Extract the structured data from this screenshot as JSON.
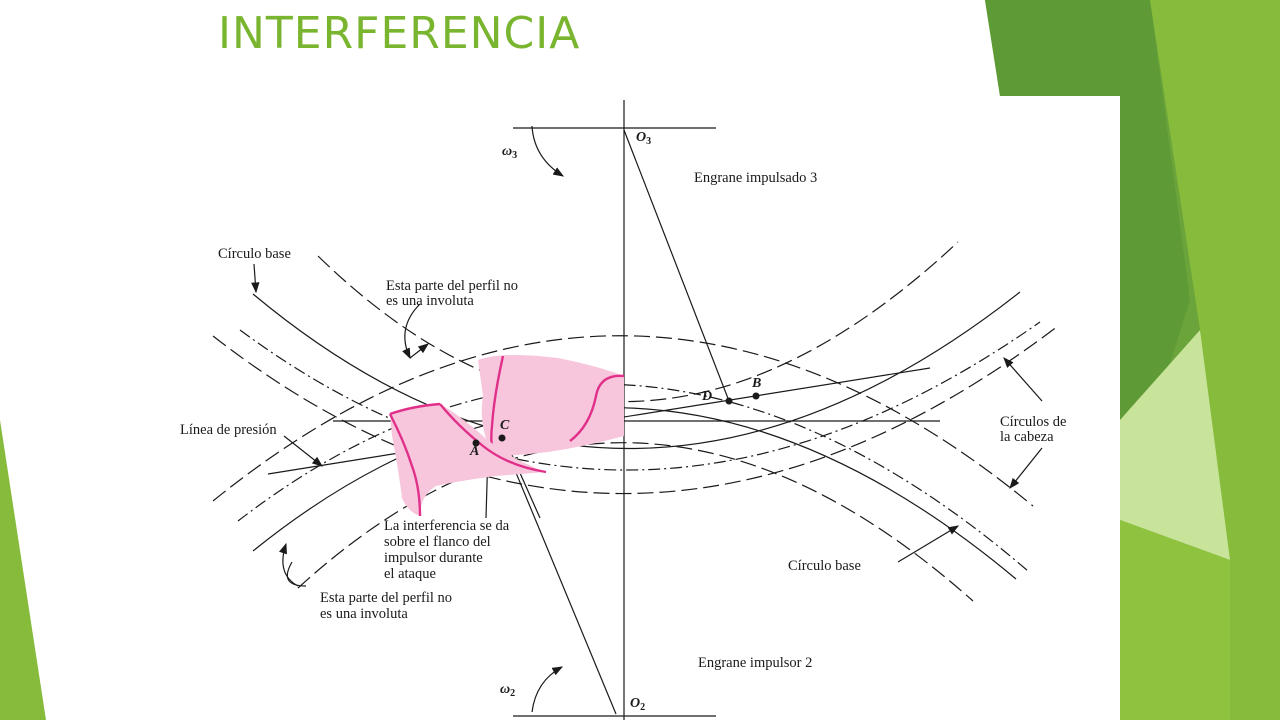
{
  "slide": {
    "title": "INTERFERENCIA",
    "colors": {
      "accent": "#7ab52f",
      "dark_green": "#5e9a35",
      "light_green": "#c8e39a",
      "tooth_fill": "#f7c6dc",
      "tooth_stroke": "#e0308a"
    }
  },
  "figure": {
    "labels": {
      "o3": "O",
      "o3_sub": "3",
      "o2": "O",
      "o2_sub": "2",
      "w3": "ω",
      "w3_sub": "3",
      "w2": "ω",
      "w2_sub": "2",
      "driven_gear": "Engrane impulsado 3",
      "driver_gear": "Engrane impulsor 2",
      "base_circle_top": "Círculo base",
      "base_circle_bottom": "Círculo base",
      "non_involute_top_1": "Esta parte del perfil no",
      "non_involute_top_2": "es una involuta",
      "non_involute_bottom_1": "Esta parte del perfil no",
      "non_involute_bottom_2": "es una involuta",
      "pressure_line": "Línea de presión",
      "addendum_circles_1": "Círculos de",
      "addendum_circles_2": "la cabeza",
      "interference_1": "La interferencia se da",
      "interference_2": "sobre el flanco del",
      "interference_3": "impulsor durante",
      "interference_4": "el ataque",
      "point_a": "A",
      "point_b": "B",
      "point_c": "C",
      "point_d": "D"
    }
  }
}
